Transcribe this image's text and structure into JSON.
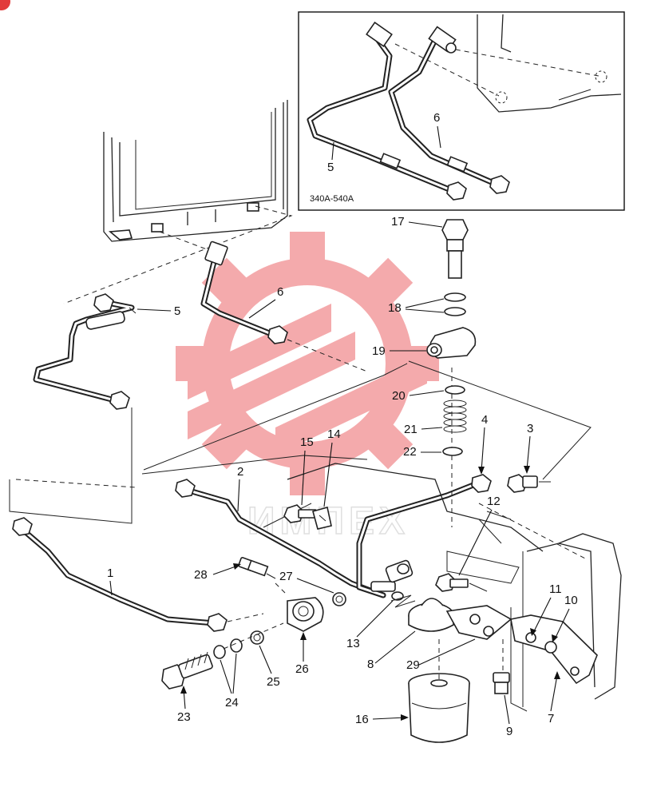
{
  "inset": {
    "label": "340A-540A",
    "callouts": [
      "5",
      "6"
    ]
  },
  "watermark": {
    "text": "ИМПЕХ",
    "color": "#e8454a"
  },
  "callouts": {
    "c1": "1",
    "c2": "2",
    "c3": "3",
    "c4": "4",
    "c5": "5",
    "c6": "6",
    "c7": "7",
    "c8": "8",
    "c9": "9",
    "c10": "10",
    "c11": "11",
    "c12": "12",
    "c13": "13",
    "c14": "14",
    "c15": "15",
    "c16": "16",
    "c17": "17",
    "c18": "18",
    "c19": "19",
    "c20": "20",
    "c21": "21",
    "c22": "22",
    "c23": "23",
    "c24": "24",
    "c25": "25",
    "c26": "26",
    "c27": "27",
    "c28": "28",
    "c29": "29"
  },
  "colors": {
    "line": "#222222",
    "badge": "#e23b3b",
    "watermark": "#e8454a"
  }
}
